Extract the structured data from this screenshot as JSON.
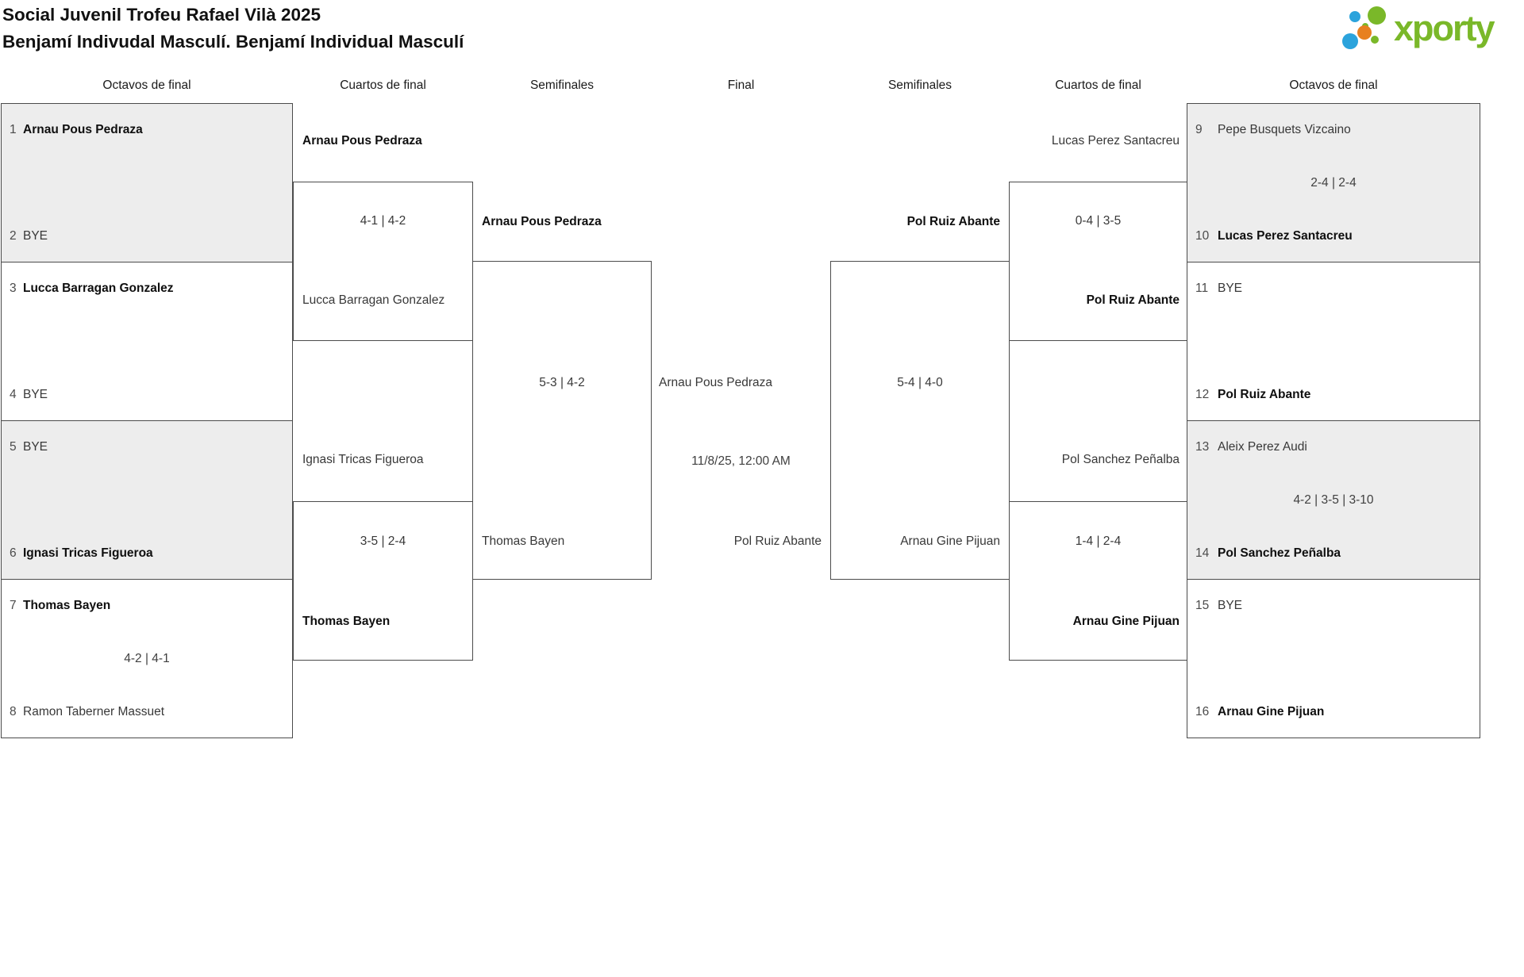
{
  "header": {
    "title_line1": "Social Juvenil Trofeu Rafael Vilà 2025",
    "title_line2": "Benjamí Indivudal Masculí. Benjamí Individual Masculí",
    "logo_text": "xporty",
    "logo_colors": {
      "green": "#7ab829",
      "blue": "#2ba3dc",
      "orange": "#e8801f"
    }
  },
  "round_labels": {
    "r16_left": "Octavos de final",
    "qf_left": "Cuartos de final",
    "sf_left": "Semifinales",
    "final": "Final",
    "sf_right": "Semifinales",
    "qf_right": "Cuartos de final",
    "r16_right": "Octavos de final"
  },
  "bracket": {
    "r16_left": [
      {
        "seed_top": "1",
        "name_top": "Arnau Pous Pedraza",
        "bold_top": true,
        "score": "",
        "seed_bot": "2",
        "name_bot": "BYE",
        "bold_bot": false
      },
      {
        "seed_top": "3",
        "name_top": "Lucca Barragan Gonzalez",
        "bold_top": true,
        "score": "",
        "seed_bot": "4",
        "name_bot": "BYE",
        "bold_bot": false
      },
      {
        "seed_top": "5",
        "name_top": "BYE",
        "bold_top": false,
        "score": "",
        "seed_bot": "6",
        "name_bot": "Ignasi Tricas Figueroa",
        "bold_bot": true
      },
      {
        "seed_top": "7",
        "name_top": "Thomas Bayen",
        "bold_top": true,
        "score": "4-2 | 4-1",
        "seed_bot": "8",
        "name_bot": "Ramon Taberner Massuet",
        "bold_bot": false
      }
    ],
    "r16_right": [
      {
        "seed_top": "9",
        "name_top": "Pepe Busquets Vizcaino",
        "bold_top": false,
        "score": "2-4 | 2-4",
        "seed_bot": "10",
        "name_bot": "Lucas Perez Santacreu",
        "bold_bot": true
      },
      {
        "seed_top": "11",
        "name_top": "BYE",
        "bold_top": false,
        "score": "",
        "seed_bot": "12",
        "name_bot": "Pol Ruiz Abante",
        "bold_bot": true
      },
      {
        "seed_top": "13",
        "name_top": "Aleix Perez Audi",
        "bold_top": false,
        "score": "4-2 | 3-5 | 3-10",
        "seed_bot": "14",
        "name_bot": "Pol Sanchez Peñalba",
        "bold_bot": true
      },
      {
        "seed_top": "15",
        "name_top": "BYE",
        "bold_top": false,
        "score": "",
        "seed_bot": "16",
        "name_bot": "Arnau Gine Pijuan",
        "bold_bot": true
      }
    ],
    "qf_left": [
      {
        "player_top": "Arnau Pous Pedraza",
        "bold_top": true,
        "score": "4-1 | 4-2",
        "player_bottom": "Lucca Barragan Gonzalez",
        "bold_bottom": false
      },
      {
        "player_top": "Ignasi Tricas Figueroa",
        "bold_top": false,
        "score": "3-5 | 2-4",
        "player_bottom": "Thomas Bayen",
        "bold_bottom": true
      }
    ],
    "qf_right": [
      {
        "player_top": "Lucas Perez Santacreu",
        "bold_top": false,
        "score": "0-4 | 3-5",
        "player_bottom": "Pol Ruiz Abante",
        "bold_bottom": true
      },
      {
        "player_top": "Pol Sanchez Peñalba",
        "bold_top": false,
        "score": "1-4 | 2-4",
        "player_bottom": "Arnau Gine Pijuan",
        "bold_bottom": true
      }
    ],
    "sf_left": {
      "player_top": "Arnau Pous Pedraza",
      "bold_top": true,
      "score": "5-3 | 4-2",
      "player_bottom": "Thomas Bayen",
      "bold_bottom": false
    },
    "sf_right": {
      "player_top": "Pol Ruiz Abante",
      "bold_top": true,
      "score": "5-4 | 4-0",
      "player_bottom": "Arnau Gine Pijuan",
      "bold_bottom": false
    },
    "final": {
      "player_left": "Arnau Pous Pedraza",
      "date": "11/8/25, 12:00 AM",
      "player_right": "Pol Ruiz Abante"
    }
  }
}
